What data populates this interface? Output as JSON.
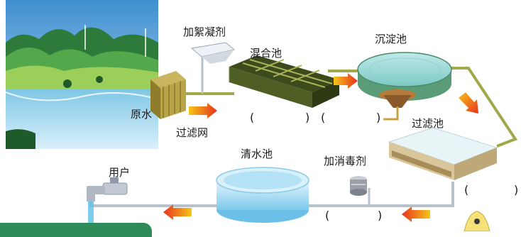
{
  "labels": {
    "coagulant": "加絮凝剂",
    "mixing_tank": "混合池",
    "settling_tank": "沉淀池",
    "raw_water": "原水",
    "filter_screen": "过滤网",
    "filter_tank": "过滤池",
    "clear_water_tank": "清水池",
    "disinfectant": "加消毒剂",
    "user": "用户"
  },
  "blanks": {
    "b1_open": "(",
    "b1_close": ")",
    "b2_open": "(",
    "b2_close": ")",
    "b3_open": "(",
    "b3_close": ")",
    "b4_open": "(",
    "b4_close": ")"
  },
  "colors": {
    "arrow_red": "#e8321e",
    "arrow_yellow": "#f5c518",
    "pipe": "#a0a84a",
    "pipe_gray": "#b8c0cc",
    "tab_green": "#2e8b57"
  }
}
